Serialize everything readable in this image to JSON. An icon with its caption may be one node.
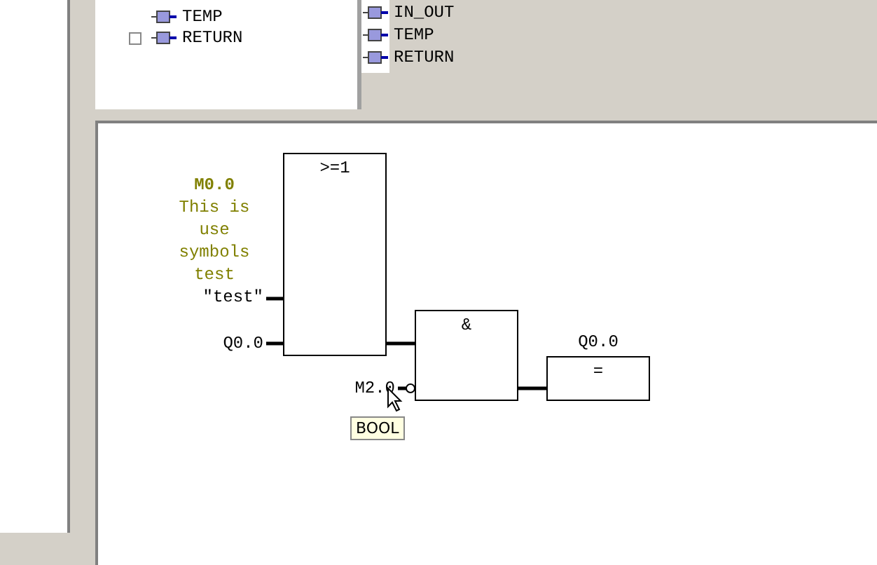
{
  "diagram": {
    "nodes": [
      {
        "text": [
          ">=1"
        ]
      },
      {
        "text": [
          "&"
        ]
      },
      {
        "text": [
          "="
        ],
        "beside": [
          "Q0.0"
        ]
      },
      {
        "text": [
          "M0.0",
          "This is use symbols test",
          "″test″"
        ]
      },
      {
        "text": [
          "Q0.0"
        ]
      },
      {
        "text": [
          "M2.0"
        ]
      }
    ],
    "edges": [
      {
        "from": 3,
        "to": 0,
        "arrow": "none"
      },
      {
        "from": 4,
        "to": 0,
        "arrow": "none"
      },
      {
        "from": 0,
        "to": 1,
        "arrow": "none"
      },
      {
        "from": 5,
        "to": 1,
        "arrow": "other"
      },
      {
        "from": 1,
        "to": 2,
        "arrow": "none"
      }
    ],
    "labels": [
      "TEMP",
      "RETURN",
      "IN_OUT",
      "TEMP",
      "RETURN",
      "BOOL"
    ]
  }
}
